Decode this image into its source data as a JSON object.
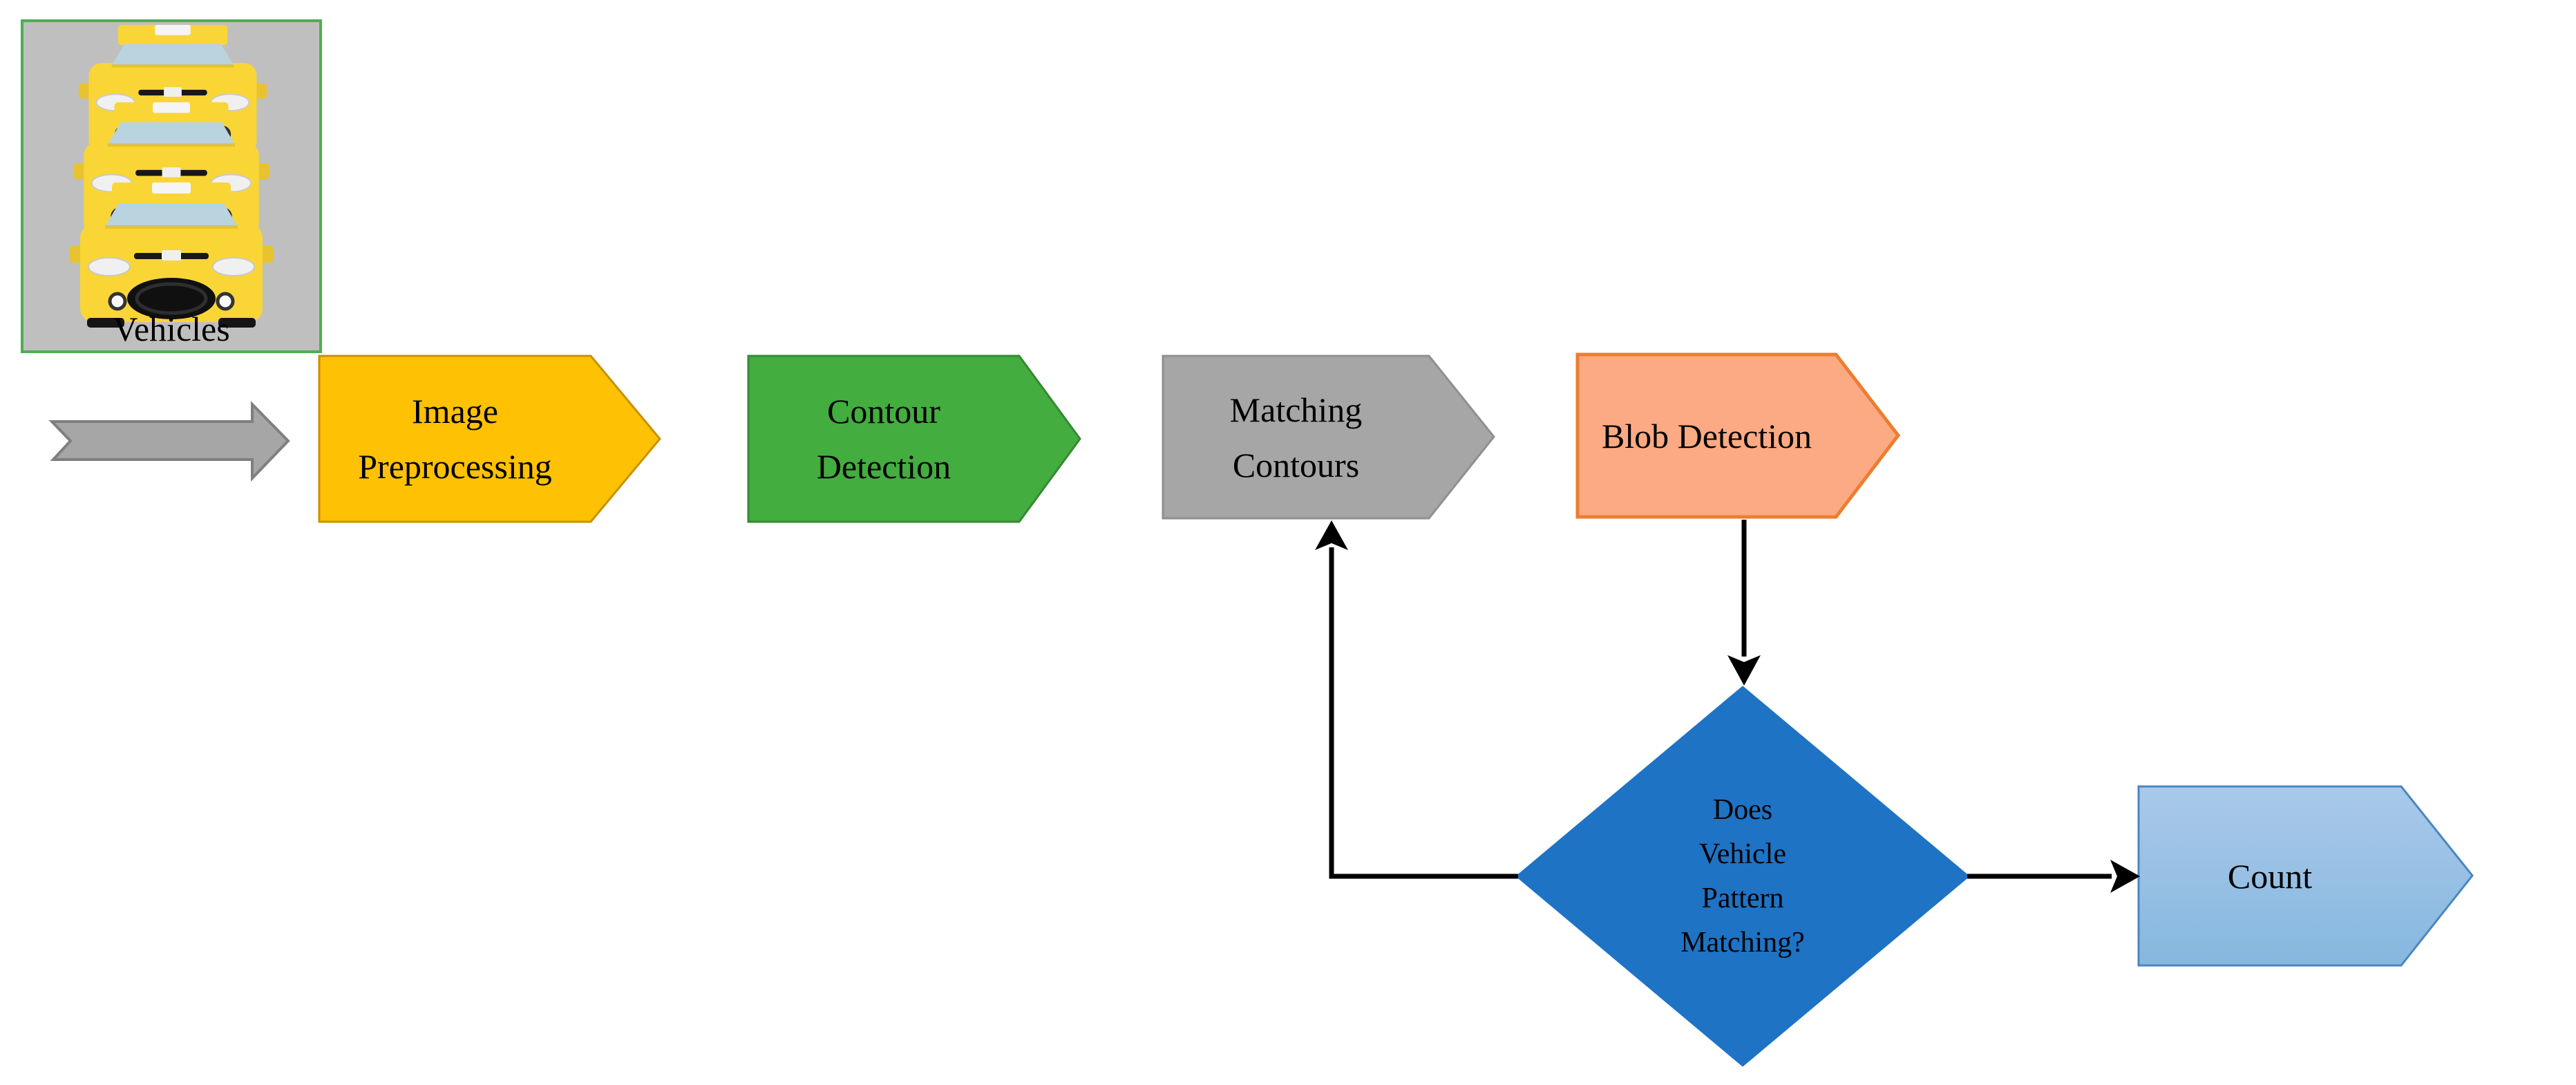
{
  "figure": {
    "type": "flowchart",
    "background": "#FFFFFF"
  },
  "vehicles": {
    "caption": "Vehicles",
    "image": "taxi-stack-photo",
    "bg": "#BFBFBF",
    "border": "#4CAF50",
    "taxi_body": "#F9D636",
    "taxi_glass": "#B9D3DF"
  },
  "intro_arrow": {
    "fill": "#A6A6A6",
    "stroke": "#7F7F7F"
  },
  "nodes": {
    "image_preprocessing": {
      "lines": [
        "Image",
        "Preprocessing"
      ],
      "fill": "#FFC103",
      "stroke": "#C79100"
    },
    "contour_detection": {
      "lines": [
        "Contour",
        "Detection"
      ],
      "fill": "#43AD3F",
      "stroke": "#348A32"
    },
    "matching_contours": {
      "lines": [
        "Matching",
        "Contours"
      ],
      "fill": "#A6A6A6",
      "stroke": "#8F8F8F"
    },
    "blob_detection": {
      "label": "Blob Detection",
      "fill": "#FCAA84",
      "stroke": "#ED7D31"
    },
    "decision": {
      "lines": [
        "Does",
        "Vehicle",
        "Pattern",
        "Matching?"
      ],
      "fill": "#1E73C4"
    },
    "count": {
      "label": "Count",
      "fill_top": "#A9C9E9",
      "fill_bottom": "#86B7DF",
      "stroke": "#4A86C0"
    }
  },
  "connectors": {
    "color": "#000000"
  }
}
